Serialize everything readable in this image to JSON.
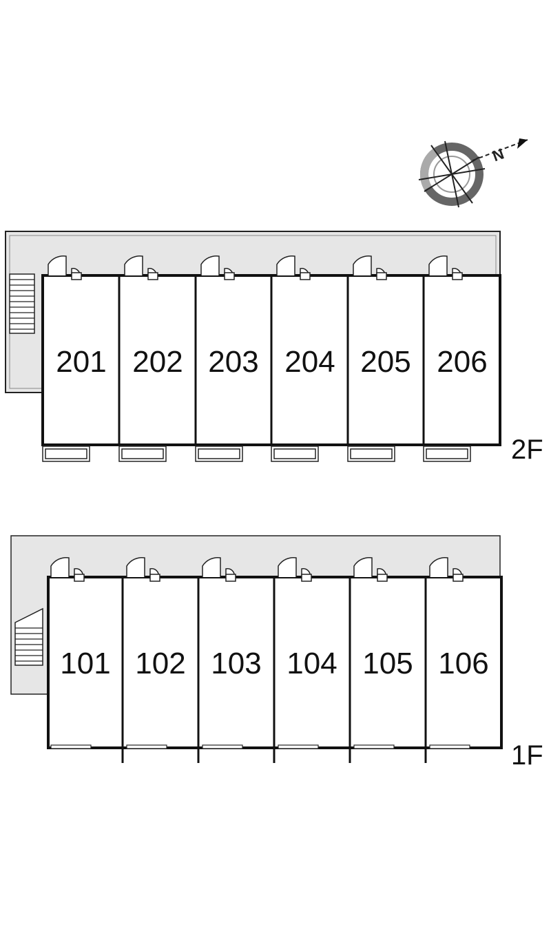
{
  "compass": {
    "north_label": "N",
    "icon": "compass-rose-icon"
  },
  "floors": [
    {
      "id": "2F",
      "label": "2F",
      "units": [
        "201",
        "202",
        "203",
        "204",
        "205",
        "206"
      ]
    },
    {
      "id": "1F",
      "label": "1F",
      "units": [
        "101",
        "102",
        "103",
        "104",
        "105",
        "106"
      ]
    }
  ],
  "colors": {
    "corridor": "#e6e6e6",
    "wall": "#111111",
    "background": "#ffffff"
  }
}
